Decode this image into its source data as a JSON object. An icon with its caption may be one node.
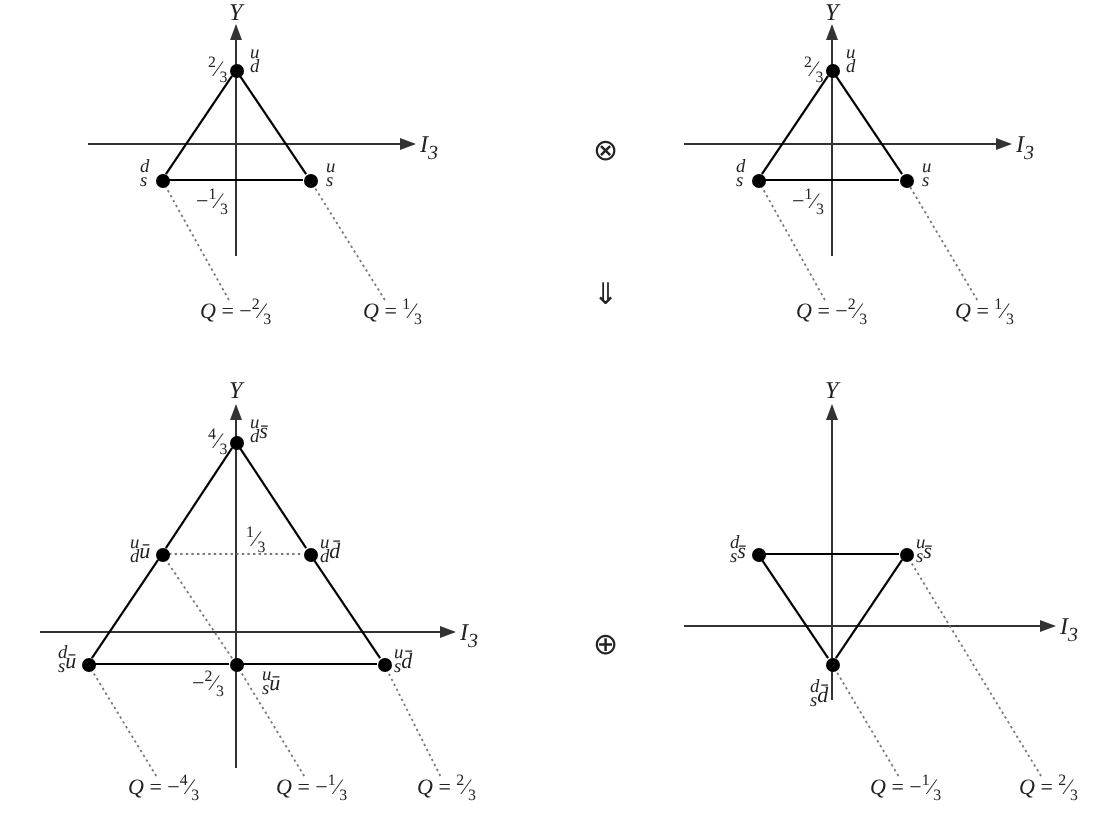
{
  "diagram": {
    "nodes": [
      {
        "text": [],
        "shape": "circle",
        "beside": [
          "$^{u}$$_{d}$"
        ]
      },
      {
        "text": [],
        "shape": "circle",
        "beside": [
          "$^{d}$$_{s}$"
        ]
      },
      {
        "text": [],
        "shape": "circle",
        "beside": [
          "$^{u}$$_{s}$"
        ]
      },
      {
        "text": [],
        "shape": "circle",
        "beside": [
          "$^{u}$$_{d}$"
        ]
      },
      {
        "text": [],
        "shape": "circle",
        "beside": [
          "$^{d}$$_{s}$"
        ]
      },
      {
        "text": [],
        "shape": "circle",
        "beside": [
          "$^{u}$$_{s}$"
        ]
      },
      {
        "text": [
          "*Q* = −$^{2}$⁄$_{3}$"
        ]
      },
      {
        "text": [
          "*Q* = $^{1}$⁄$_{3}$"
        ]
      },
      {
        "text": [
          "*Q* = −$^{2}$⁄$_{3}$"
        ]
      },
      {
        "text": [
          "*Q* = $^{1}$⁄$_{3}$"
        ]
      },
      {
        "text": [],
        "shape": "circle",
        "beside": [
          "$^{u}$$_{d}$s̄"
        ]
      },
      {
        "text": [],
        "shape": "circle",
        "beside": [
          "$^{u}$$_{d}$ū"
        ]
      },
      {
        "text": [],
        "shape": "circle",
        "beside": [
          "$^{u}$$_{d}$d̄"
        ]
      },
      {
        "text": [],
        "shape": "circle",
        "beside": [
          "$^{d}$$_{s}$s̄"
        ]
      },
      {
        "text": [],
        "shape": "circle",
        "beside": [
          "$^{u}$$_{s}$s̄"
        ]
      },
      {
        "text": [],
        "shape": "circle",
        "beside": [
          "$^{d}$$_{s}$ū"
        ]
      },
      {
        "text": [],
        "shape": "circle",
        "beside": [
          "$^{u}$$_{s}$ū"
        ]
      },
      {
        "text": [],
        "shape": "circle",
        "beside": [
          "$^{u}$$_{s}$d̄"
        ]
      },
      {
        "text": [],
        "shape": "circle",
        "beside": [
          "$^{d}$$_{s}$d̄"
        ]
      },
      {
        "text": [
          "*Q* = −$^{4}$⁄$_{3}$"
        ]
      },
      {
        "text": [
          "*Q* = −$^{1}$⁄$_{3}$"
        ]
      },
      {
        "text": [
          "*Q* = $^{2}$⁄$_{3}$"
        ]
      },
      {
        "text": [
          "*Q* = −$^{1}$⁄$_{3}$"
        ]
      },
      {
        "text": [
          "*Q* = $^{2}$⁄$_{3}$"
        ]
      }
    ],
    "edges": [
      {
        "from": 0,
        "to": 1,
        "arrow": "none"
      },
      {
        "from": 0,
        "to": 2,
        "arrow": "none"
      },
      {
        "from": 1,
        "to": 2,
        "arrow": "none"
      },
      {
        "from": 6,
        "to": 1,
        "arrow": "none",
        "style": "dashed",
        "color": "#777777"
      },
      {
        "from": 7,
        "to": 2,
        "arrow": "none",
        "style": "dashed",
        "color": "#777777"
      },
      {
        "from": 3,
        "to": 4,
        "arrow": "none"
      },
      {
        "from": 3,
        "to": 5,
        "arrow": "none"
      },
      {
        "from": 4,
        "to": 5,
        "arrow": "none"
      },
      {
        "from": 8,
        "to": 4,
        "arrow": "none",
        "style": "dashed",
        "color": "#777777"
      },
      {
        "from": 9,
        "to": 5,
        "arrow": "none",
        "style": "dashed",
        "color": "#777777"
      },
      {
        "from": 10,
        "to": 11,
        "arrow": "none"
      },
      {
        "from": 11,
        "to": 15,
        "arrow": "none"
      },
      {
        "from": 10,
        "to": 12,
        "arrow": "none"
      },
      {
        "from": 12,
        "to": 17,
        "arrow": "none"
      },
      {
        "from": 15,
        "to": 16,
        "arrow": "none"
      },
      {
        "from": 16,
        "to": 17,
        "arrow": "none"
      },
      {
        "from": 11,
        "to": 12,
        "arrow": "none",
        "style": "dashed",
        "color": "#777777"
      },
      {
        "from": 19,
        "to": 15,
        "arrow": "none",
        "style": "dashed",
        "color": "#777777"
      },
      {
        "from": 16,
        "to": 11,
        "arrow": "none",
        "style": "dashed",
        "color": "#777777"
      },
      {
        "from": 20,
        "to": 16,
        "arrow": "none",
        "style": "dashed",
        "color": "#777777"
      },
      {
        "from": 21,
        "to": 17,
        "arrow": "none",
        "style": "dashed",
        "color": "#777777"
      },
      {
        "from": 13,
        "to": 14,
        "arrow": "none"
      },
      {
        "from": 13,
        "to": 18,
        "arrow": "none"
      },
      {
        "from": 14,
        "to": 18,
        "arrow": "none"
      },
      {
        "from": 22,
        "to": 18,
        "arrow": "none",
        "style": "dashed",
        "color": "#777777"
      },
      {
        "from": 23,
        "to": 14,
        "arrow": "none",
        "style": "dashed",
        "color": "#777777"
      }
    ],
    "labels": [
      "Y",
      "$^{2}$⁄$_{3}$",
      "Y",
      "$^{2}$⁄$_{3}$",
      "*I*$_{3}$",
      "⊗",
      "*I*$_{3}$",
      "−$^{1}$⁄$_{3}$",
      "−$^{1}$⁄$_{3}$",
      "⇓",
      "Y",
      "Y",
      "$^{4}$⁄$_{3}$",
      "$^{1}$⁄$_{3}$",
      "*I*$_{3}$",
      "⊕",
      "*I*$_{3}$",
      "−$^{2}$⁄$_{3}$"
    ]
  }
}
